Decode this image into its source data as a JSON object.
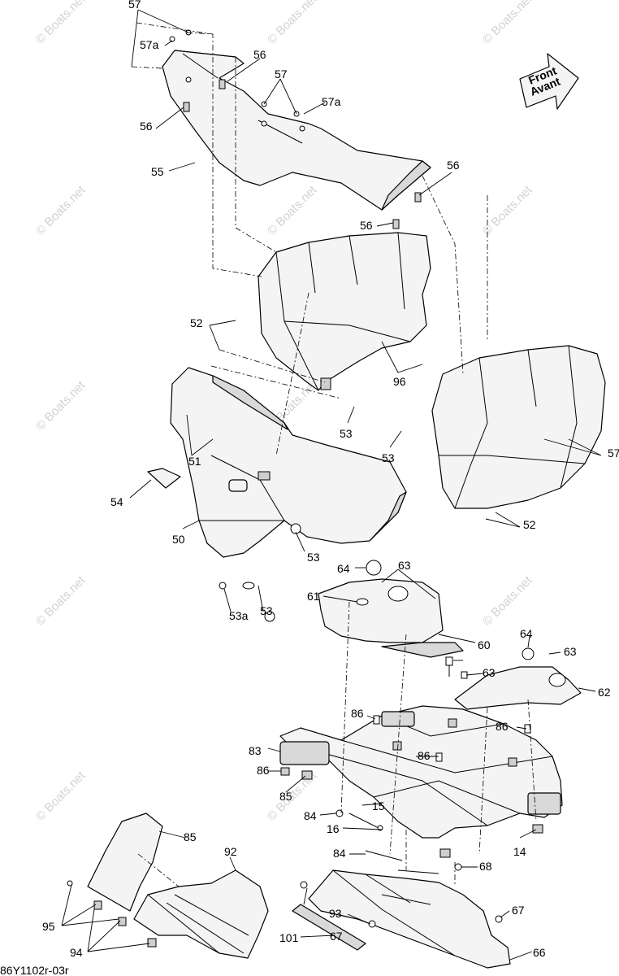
{
  "diagram": {
    "direction_badge": {
      "line1": "Front",
      "line2": "Avant"
    },
    "watermark": "© Boats.net",
    "code": "86Y1102r-03r",
    "callouts": [
      "57",
      "57a",
      "56",
      "57",
      "57a",
      "56",
      "55",
      "56",
      "56",
      "52",
      "96",
      "53",
      "51",
      "53",
      "54",
      "57",
      "50",
      "52",
      "53",
      "64",
      "63",
      "53a",
      "53",
      "61",
      "60",
      "64",
      "63",
      "63",
      "62",
      "86",
      "86",
      "86",
      "83",
      "86",
      "85",
      "84",
      "15",
      "16",
      "14",
      "84",
      "68",
      "85",
      "92",
      "93",
      "67",
      "67",
      "95",
      "94",
      "101",
      "66"
    ]
  }
}
